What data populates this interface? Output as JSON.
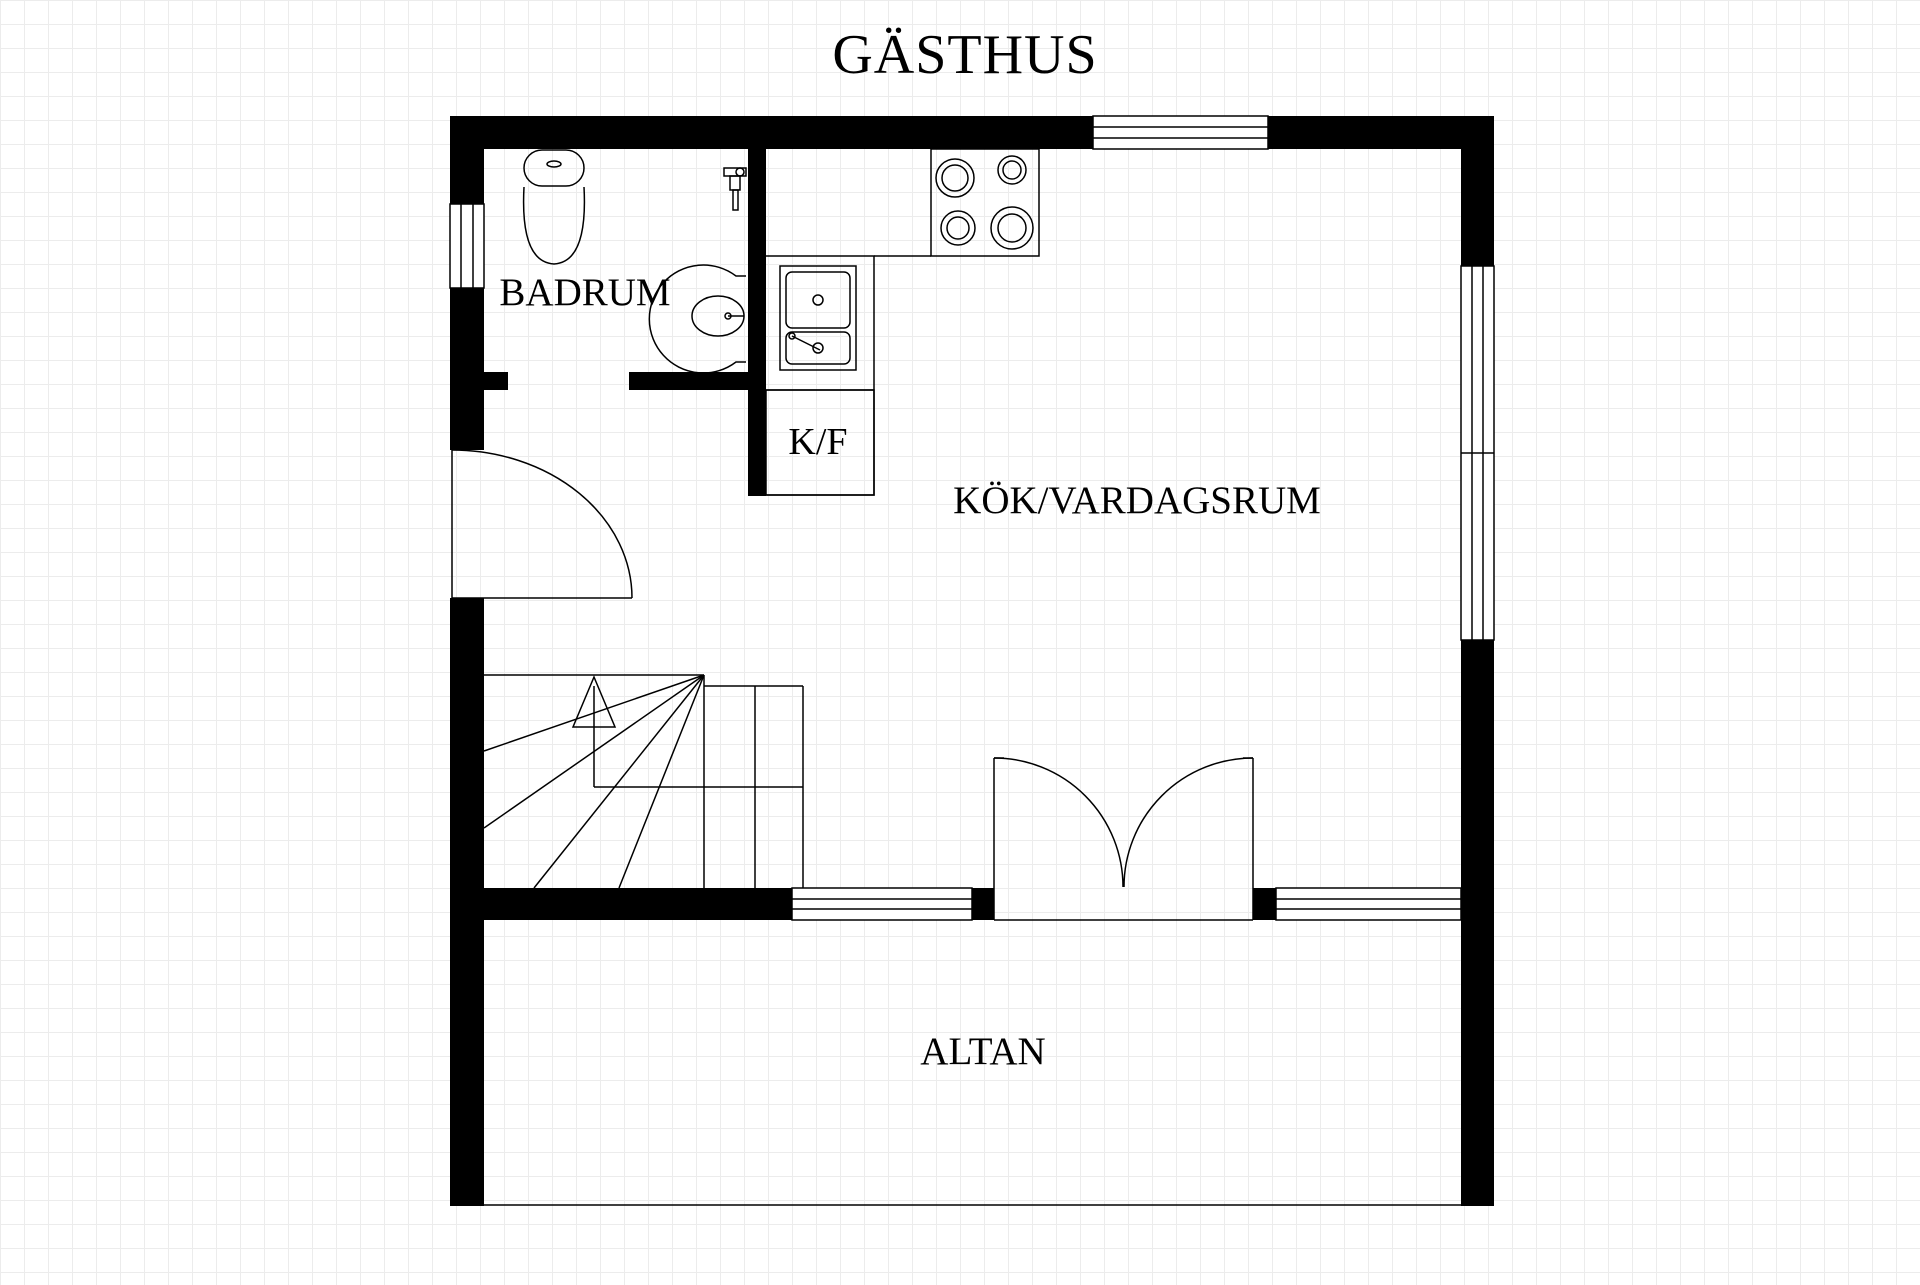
{
  "title": "GÄSTHUS",
  "rooms": {
    "badrum": "BADRUM",
    "kf": "K/F",
    "kok_vardagsrum": "KÖK/VARDAGSRUM",
    "altan": "ALTAN"
  },
  "colors": {
    "wall": "#000000",
    "background": "#ffffff",
    "grid": "#ececec"
  }
}
